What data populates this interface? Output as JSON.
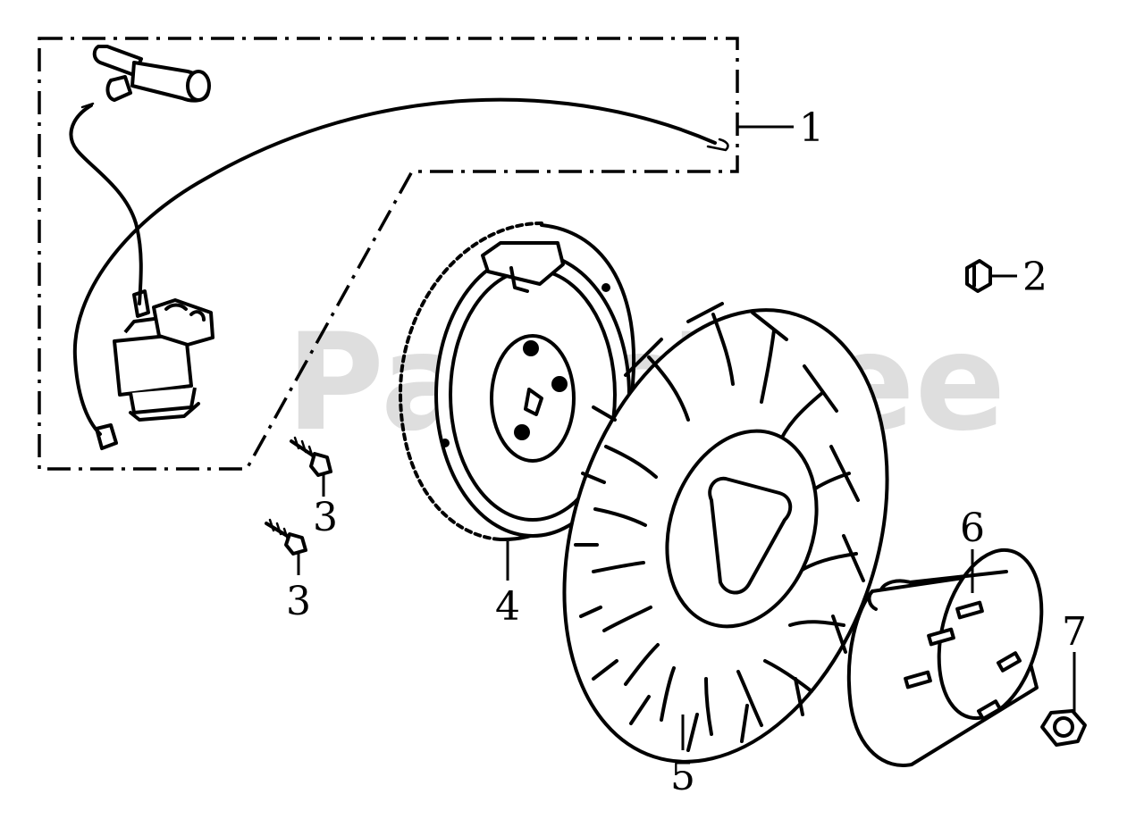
{
  "watermark": "PartsTree",
  "callouts": [
    {
      "id": "callout-1",
      "label": "1"
    },
    {
      "id": "callout-2",
      "label": "2"
    },
    {
      "id": "callout-3a",
      "label": "3"
    },
    {
      "id": "callout-3b",
      "label": "3"
    },
    {
      "id": "callout-4",
      "label": "4"
    },
    {
      "id": "callout-5",
      "label": "5"
    },
    {
      "id": "callout-6",
      "label": "6"
    },
    {
      "id": "callout-7",
      "label": "7"
    }
  ],
  "colors": {
    "ink": "#000000",
    "background": "#ffffff",
    "watermark": "#d9d9d9"
  }
}
